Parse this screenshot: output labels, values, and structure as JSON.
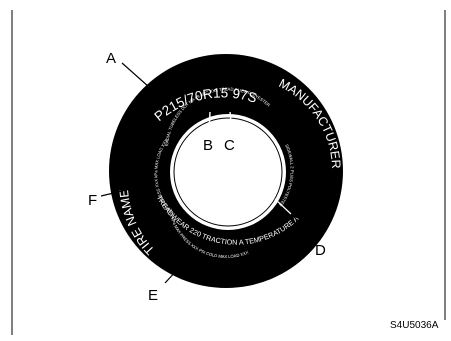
{
  "figure": {
    "size_marking": "P215/70R15 97S",
    "tire_name": "TIRE NAME",
    "manufacturer": "MANUFACTURER",
    "utqg_marking": "TREADWEAR 220 TRACTION A TEMPERATURE A",
    "inner_upper_text": "RADIAL TUBELESS DOT MA L9 ABC XXX TREAD PLIES POLYESTER",
    "inner_right_text": "SIDEWALL 2 PLIES POLYESTER MAX LOAD XXX kg",
    "inner_lower_text": "XXX kPa MAX PRESS XXX PSI COLD MAX LOAD XXX",
    "inner_left_text": "MAX PRESS XXX kPa MAX LOAD XXX kg",
    "callouts": {
      "a": "A",
      "b": "B",
      "c": "C",
      "d": "D",
      "e": "E",
      "f": "F"
    },
    "figure_code": "S4U5036A"
  },
  "colors": {
    "tire": "#000000",
    "background": "#ffffff",
    "text_on_tire": "#ffffff"
  }
}
